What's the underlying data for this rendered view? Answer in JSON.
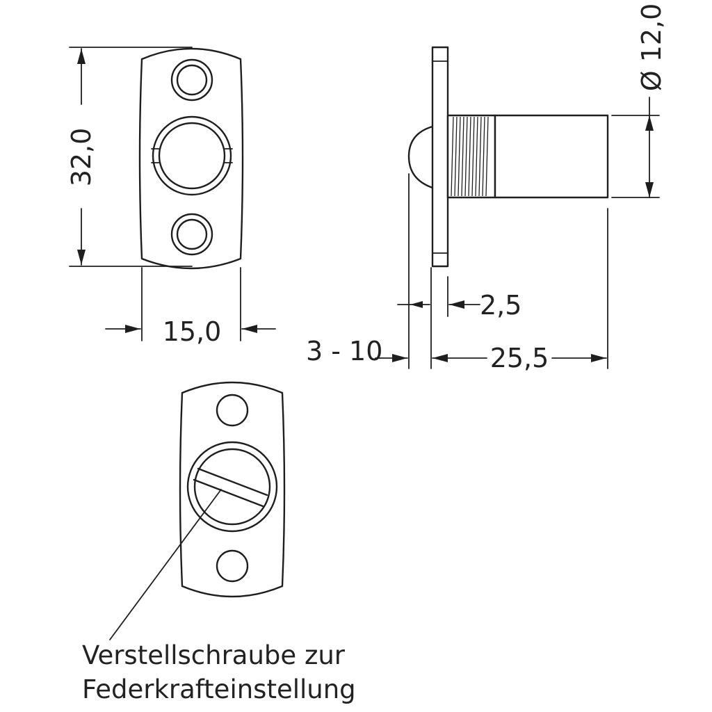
{
  "dimensions": {
    "height": "32,0",
    "width": "15,0",
    "diameter": "Ø 12,0",
    "flange": "2,5",
    "door_range": "3 - 10",
    "length": "25,5"
  },
  "annotation": {
    "line1": "Verstellschraube zur",
    "line2": "Federkrafteinstellung"
  },
  "colors": {
    "line": "#1e1e1e",
    "background": "#ffffff"
  }
}
